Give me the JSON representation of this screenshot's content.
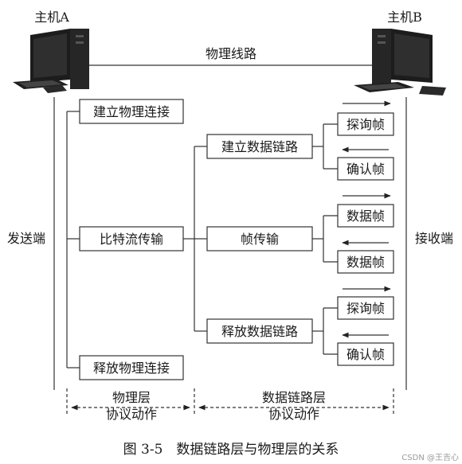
{
  "hosts": {
    "a": "主机A",
    "b": "主机B"
  },
  "physical_link": "物理线路",
  "ends": {
    "send": "发送端",
    "receive": "接收端"
  },
  "physical_actions": [
    "建立物理连接",
    "比特流传输",
    "释放物理连接"
  ],
  "datalink_actions": [
    "建立数据链路",
    "帧传输",
    "释放数据链路"
  ],
  "frames": {
    "establish": [
      "探询帧",
      "确认帧"
    ],
    "transfer": [
      "数据帧",
      "数据帧"
    ],
    "release": [
      "探询帧",
      "确认帧"
    ]
  },
  "layer_labels": {
    "physical": [
      "物理层",
      "协议动作"
    ],
    "datalink": [
      "数据链路层",
      "协议动作"
    ]
  },
  "caption": "图 3-5　数据链路层与物理层的关系",
  "watermark": "CSDN @王吉心",
  "icons": [
    "computer-icon",
    "computer-icon",
    "arrow-right-icon",
    "arrow-left-icon"
  ]
}
